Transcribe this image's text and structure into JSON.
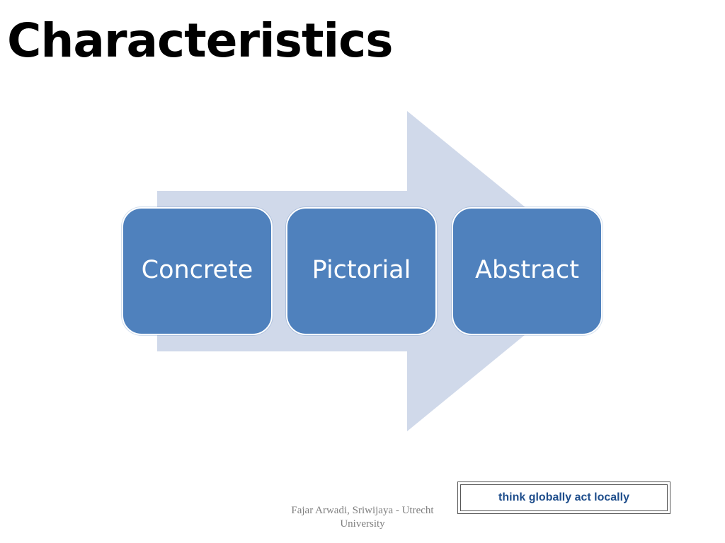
{
  "slide": {
    "title": "Characteristics"
  },
  "diagram": {
    "steps": [
      {
        "label": "Concrete"
      },
      {
        "label": "Pictorial"
      },
      {
        "label": "Abstract"
      }
    ]
  },
  "tagline": "think globally act locally",
  "footer": {
    "line1": "Fajar Arwadi, Sriwijaya - Utrecht",
    "line2": "University"
  },
  "colors": {
    "arrow_fill": "#d0d9ea",
    "box_fill": "#4f81bd",
    "box_text": "#ffffff",
    "tagline_text": "#1f4e8c",
    "footer_text": "#7f7f7f"
  }
}
